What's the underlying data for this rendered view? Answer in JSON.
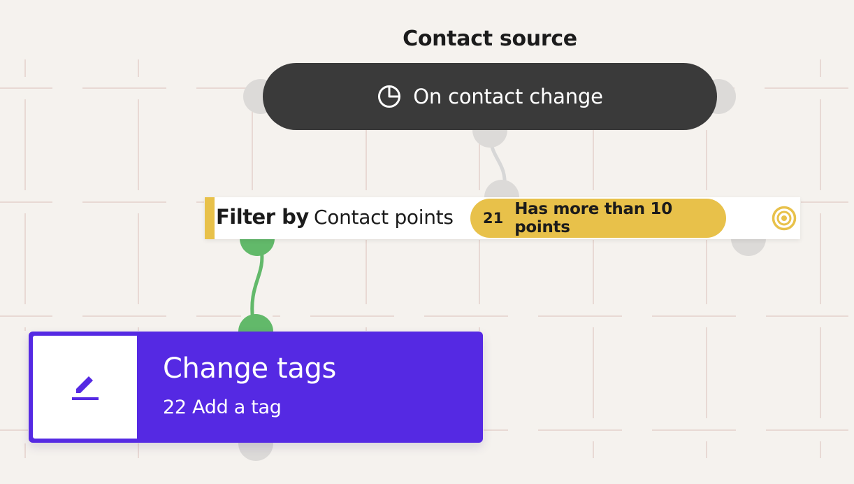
{
  "source_node": {
    "title": "Contact source",
    "trigger_label": "On contact change",
    "trigger_icon": "pie-chart-icon"
  },
  "filter_node": {
    "keyword": "Filter by",
    "field": "Contact points",
    "condition_number": "21",
    "condition_text": "Has more than 10 points",
    "target_icon": "target-icon"
  },
  "action_node": {
    "title": "Change tags",
    "subtitle": "22 Add a tag",
    "icon": "pencil-icon"
  },
  "colors": {
    "canvas_background": "#f5f2ee",
    "source_pill": "#3a3a3a",
    "filter_accent": "#e8c14a",
    "action_card": "#5529e3",
    "port_default": "#dcdad8",
    "port_active": "#62b96a"
  }
}
